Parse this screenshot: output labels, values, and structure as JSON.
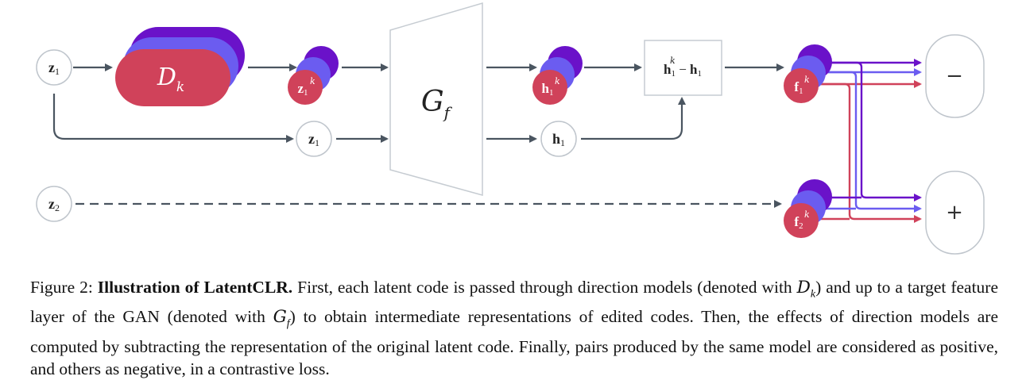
{
  "diagram": {
    "input_z1": {
      "label": "z",
      "sub": "1"
    },
    "input_z2": {
      "label": "z",
      "sub": "2"
    },
    "direction_model": {
      "label": "D",
      "sub": "k"
    },
    "edited_code": {
      "label": "z",
      "sub": "1",
      "sup": "k"
    },
    "passthrough_z1": {
      "label": "z",
      "sub": "1"
    },
    "generator": {
      "label": "G",
      "sub": "f"
    },
    "edited_rep": {
      "label": "h",
      "sub": "1",
      "sup": "k"
    },
    "original_rep": {
      "label": "h",
      "sub": "1"
    },
    "difference": {
      "left": "h",
      "left_sub": "1",
      "left_sup": "k",
      "op": " − ",
      "right": "h",
      "right_sub": "1"
    },
    "feature1": {
      "label": "f",
      "sub": "1",
      "sup": "k"
    },
    "feature2": {
      "label": "f",
      "sub": "2",
      "sup": "k"
    },
    "negative_box": {
      "label": "−"
    },
    "positive_box": {
      "label": "+"
    },
    "colors": {
      "red": "#d0425a",
      "blue": "#6b5cf0",
      "purple": "#6a12c9",
      "arrow": "#4a5560",
      "node_border": "#bfc5cc"
    }
  },
  "caption": {
    "prefix": "Figure 2: ",
    "title": "Illustration of LatentCLR.",
    "s1": " First, each latent code is passed through direction models (denoted with ",
    "dk_sym": "D",
    "dk_sub": "k",
    "s2": ") and up to a target feature layer of the GAN (denoted with ",
    "gf_sym": "G",
    "gf_sub": "f",
    "s3": ") to obtain intermediate representations of edited codes. Then, the effects of direction models are computed by subtracting the representation of the original latent code. Finally, pairs produced by the same model are considered as positive, and others as negative, in a contrastive loss."
  }
}
